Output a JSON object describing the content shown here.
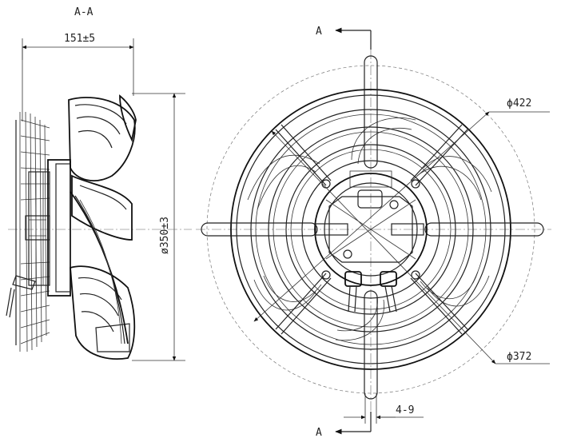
{
  "section_label": "A-A",
  "depth_dim": "151±5",
  "fan_dia_dim": "ø350±3",
  "outer_dia_dim": "ϕ422",
  "inner_dia_dim": "ϕ372",
  "slot_dim": "4-9",
  "cut_top": "A",
  "cut_bottom": "A"
}
